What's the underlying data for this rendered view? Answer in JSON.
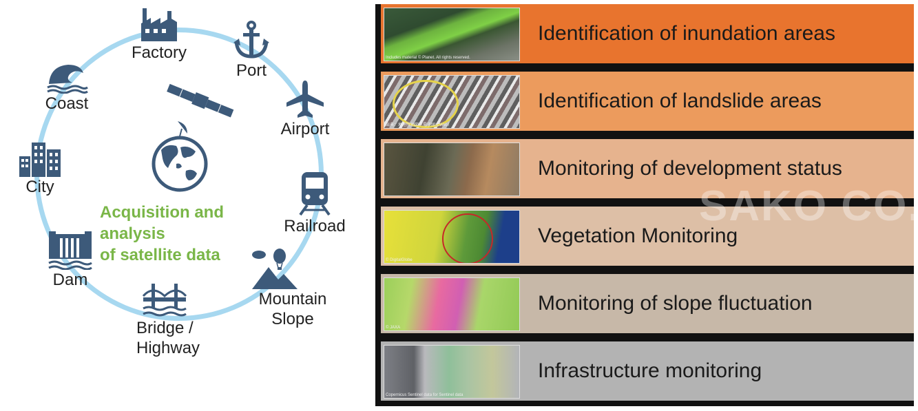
{
  "diagram": {
    "center_label": [
      "Acquisition and",
      "analysis",
      "of satellite data"
    ],
    "nodes": {
      "factory": "Factory",
      "port": "Port",
      "coast": "Coast",
      "airport": "Airport",
      "city": "City",
      "railroad": "Railroad",
      "dam": "Dam",
      "mountain": [
        "Mountain",
        "Slope"
      ],
      "bridge": [
        "Bridge /",
        "Highway"
      ]
    },
    "colors": {
      "ring": "#a7d8f0",
      "icon": "#3d5a7a",
      "center_text": "#7ab648"
    },
    "icons": [
      "factory-icon",
      "anchor-icon",
      "wave-icon",
      "airplane-icon",
      "buildings-icon",
      "train-icon",
      "dam-icon",
      "mountain-balloon-icon",
      "bridge-icon",
      "satellite-icon",
      "globe-icon"
    ]
  },
  "applications": [
    {
      "label": "Identification of inundation areas",
      "color": "#e8742e",
      "credit": "Includes material © Planet. All rights reserved."
    },
    {
      "label": "Identification of landslide areas",
      "color": "#ec9b5d",
      "credit": "出典：地理院地図（電子国土Web）"
    },
    {
      "label": "Monitoring of development status",
      "color": "#e6b38e",
      "credit": ""
    },
    {
      "label": "Vegetation Monitoring",
      "color": "#ddbfa6",
      "credit": "© DigitalGlobe"
    },
    {
      "label": "Monitoring of slope fluctuation",
      "color": "#c7b8a8",
      "credit": "© JAXA"
    },
    {
      "label": "Infrastructure monitoring",
      "color": "#b3b3b3",
      "credit": "Copernicus Sentinel data for Sentinel data"
    }
  ],
  "watermark": "SAKO CO., LTD."
}
